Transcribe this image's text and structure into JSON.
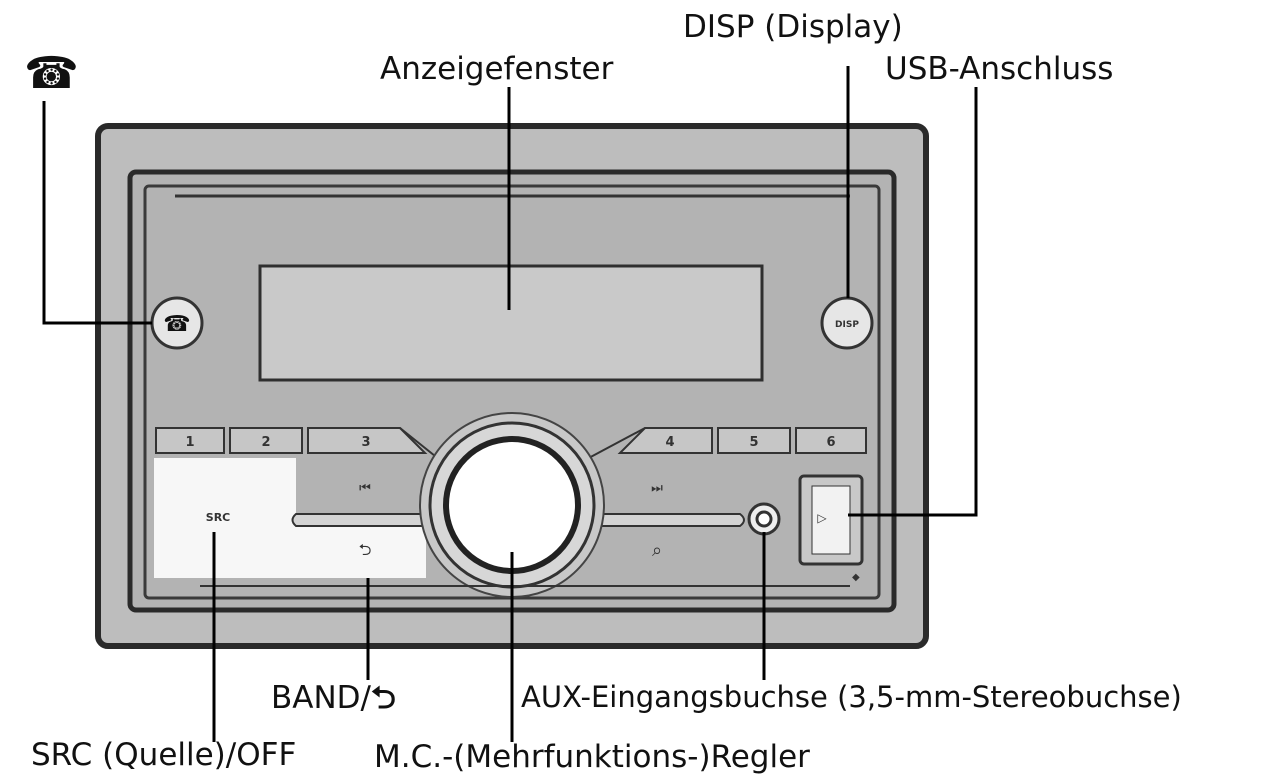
{
  "labels": {
    "phone_icon": "☎",
    "display_window": "Anzeigefenster",
    "disp": "DISP (Display)",
    "usb": "USB-Anschluss",
    "band_text": "BAND/",
    "band_icon": "⮌",
    "aux": "AUX-Eingangsbuchse (3,5-mm-Stereobuchse)",
    "src": "SRC (Quelle)/OFF",
    "mc": "M.C.-(Mehrfunktions-)Regler"
  },
  "device": {
    "presets": [
      "1",
      "2",
      "3",
      "4",
      "5",
      "6"
    ],
    "src_button": "SRC",
    "disp_button": "DISP",
    "prev_icon": "⏮",
    "next_icon": "⏭",
    "back_icon": "⮌",
    "search_icon": "⌕",
    "usb_symbol": "▷"
  },
  "colors": {
    "panel": "#b9b9b9",
    "frame": "#333333",
    "leader": "#000000"
  }
}
